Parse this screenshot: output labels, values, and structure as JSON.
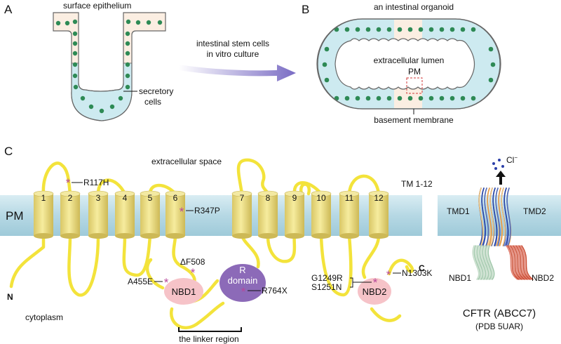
{
  "colors": {
    "membrane": "#bcdbe6",
    "helix": "#ecdd8e",
    "loop": "#f3e33b",
    "nbd": "#f6c3c8",
    "r_domain": "#8c6ab8",
    "mutation": "#b7489b",
    "cell_warm": "#fbeee2",
    "cell_cool": "#cdeaf0",
    "nucleus": "#2e8a55",
    "arrow": "#7f71c4"
  },
  "panel_a": {
    "letter": "A",
    "surface_label": "surface epithelium",
    "secretory_label_1": "secretory",
    "secretory_label_2": "cells"
  },
  "arrow_text": {
    "line1": "intestinal stem cells",
    "line2": "in vitro culture"
  },
  "panel_b": {
    "letter": "B",
    "title": "an intestinal organoid",
    "lumen_label": "extracellular lumen",
    "pm_label": "PM",
    "basement_label": "basement membrane"
  },
  "panel_c": {
    "letter": "C",
    "extracellular_label": "extracellular space",
    "pm_label": "PM",
    "tm_range_label": "TM 1-12",
    "cytoplasm_label": "cytoplasm",
    "n_term": "N",
    "c_term": "C",
    "helix_numbers": [
      "1",
      "2",
      "3",
      "4",
      "5",
      "6",
      "7",
      "8",
      "9",
      "10",
      "11",
      "12"
    ],
    "mutations": {
      "r117h": "R117H",
      "r347p": "R347P",
      "f508": "ΔF508",
      "a455e": "A455E",
      "r764x": "R764X",
      "g1249r": "G1249R",
      "s1251n": "S1251N",
      "n1303k": "N1303K"
    },
    "nbd1_label": "NBD1",
    "nbd2_label": "NBD2",
    "r_domain_line1": "R",
    "r_domain_line2": "domain",
    "linker_label": "the linker region",
    "structure": {
      "ion_label": "Cl",
      "ion_charge": "−",
      "tmd1": "TMD1",
      "tmd2": "TMD2",
      "nbd1": "NBD1",
      "nbd2": "NBD2",
      "title": "CFTR (ABCC7)",
      "pdb": "(PDB 5UAR)"
    }
  }
}
